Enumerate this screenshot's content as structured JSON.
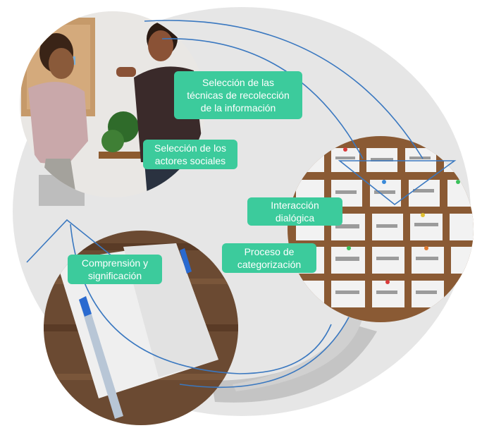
{
  "diagram": {
    "colors": {
      "background_disk": "#e6e6e6",
      "label_fill": "#3ccb9c",
      "label_text": "#ffffff",
      "arrow_stroke": "#3a78c0",
      "gray_band": "#bdbdbd"
    },
    "images": {
      "top_left": "photo-people-talking",
      "right": "photo-corkboard-sticky-notes",
      "bottom_left": "photo-notebook-and-pen"
    },
    "labels": {
      "tecnicas": "Selección de las\ntécnicas de recolección\nde la información",
      "actores": "Selección de los\nactores sociales",
      "interaccion": "Interacción\ndialógica",
      "categorizacion": "Proceso de\ncategorización",
      "comprension": "Comprensión y\nsignificación"
    }
  }
}
